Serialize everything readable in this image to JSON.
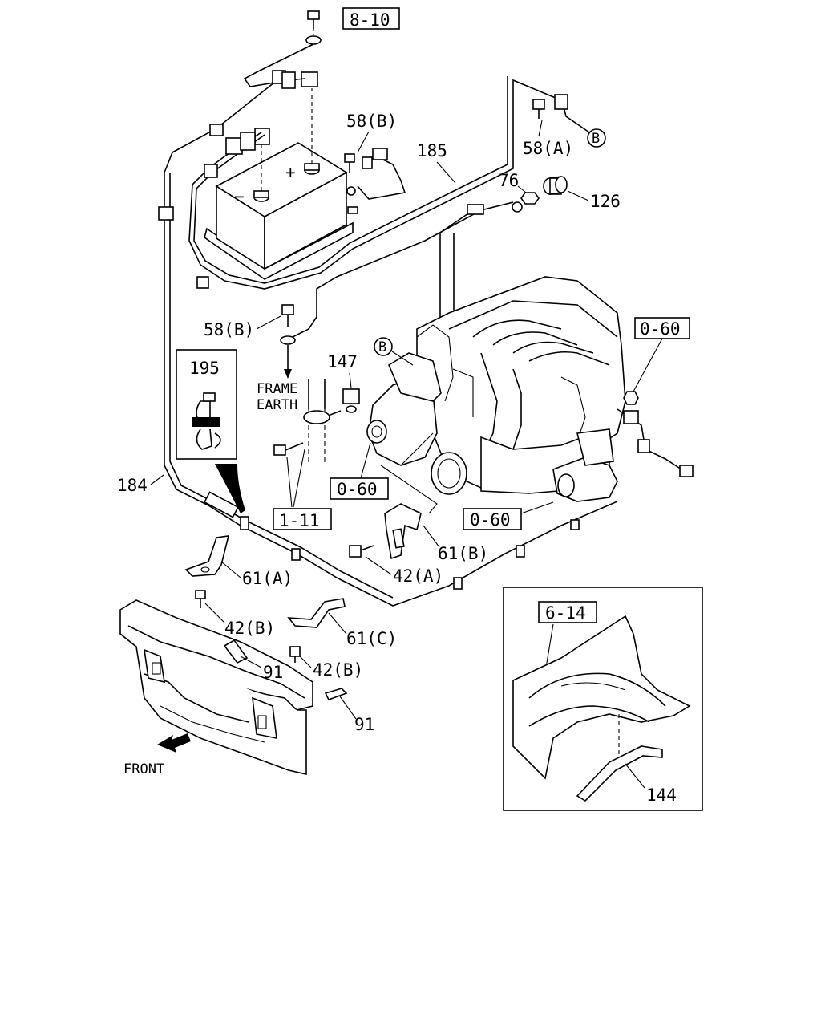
{
  "labels": {
    "ref_8_10": "8-10",
    "ref_58b_top": "58(B)",
    "ref_185": "185",
    "ref_58a": "58(A)",
    "ref_b_top": "B",
    "ref_76": "76",
    "ref_126": "126",
    "ref_58b_mid": "58(B)",
    "ref_0_60_right": "0-60",
    "ref_b_mid": "B",
    "ref_147": "147",
    "frame_line1": "FRAME",
    "frame_line2": "EARTH",
    "ref_195": "195",
    "ref_184": "184",
    "ref_0_60_mid": "0-60",
    "ref_0_60_lower": "0-60",
    "ref_1_11": "1-11",
    "ref_61b": "61(B)",
    "ref_42a": "42(A)",
    "ref_61a": "61(A)",
    "ref_42b_left": "42(B)",
    "ref_61c": "61(C)",
    "ref_91_left": "91",
    "ref_42b_right": "42(B)",
    "ref_91_right": "91",
    "front": "FRONT",
    "ref_6_14": "6-14",
    "ref_144": "144",
    "plus": "+",
    "minus": "−"
  },
  "icons": {
    "front_arrow": "front-arrow-icon",
    "battery": "battery-icon",
    "engine": "engine-icon"
  }
}
